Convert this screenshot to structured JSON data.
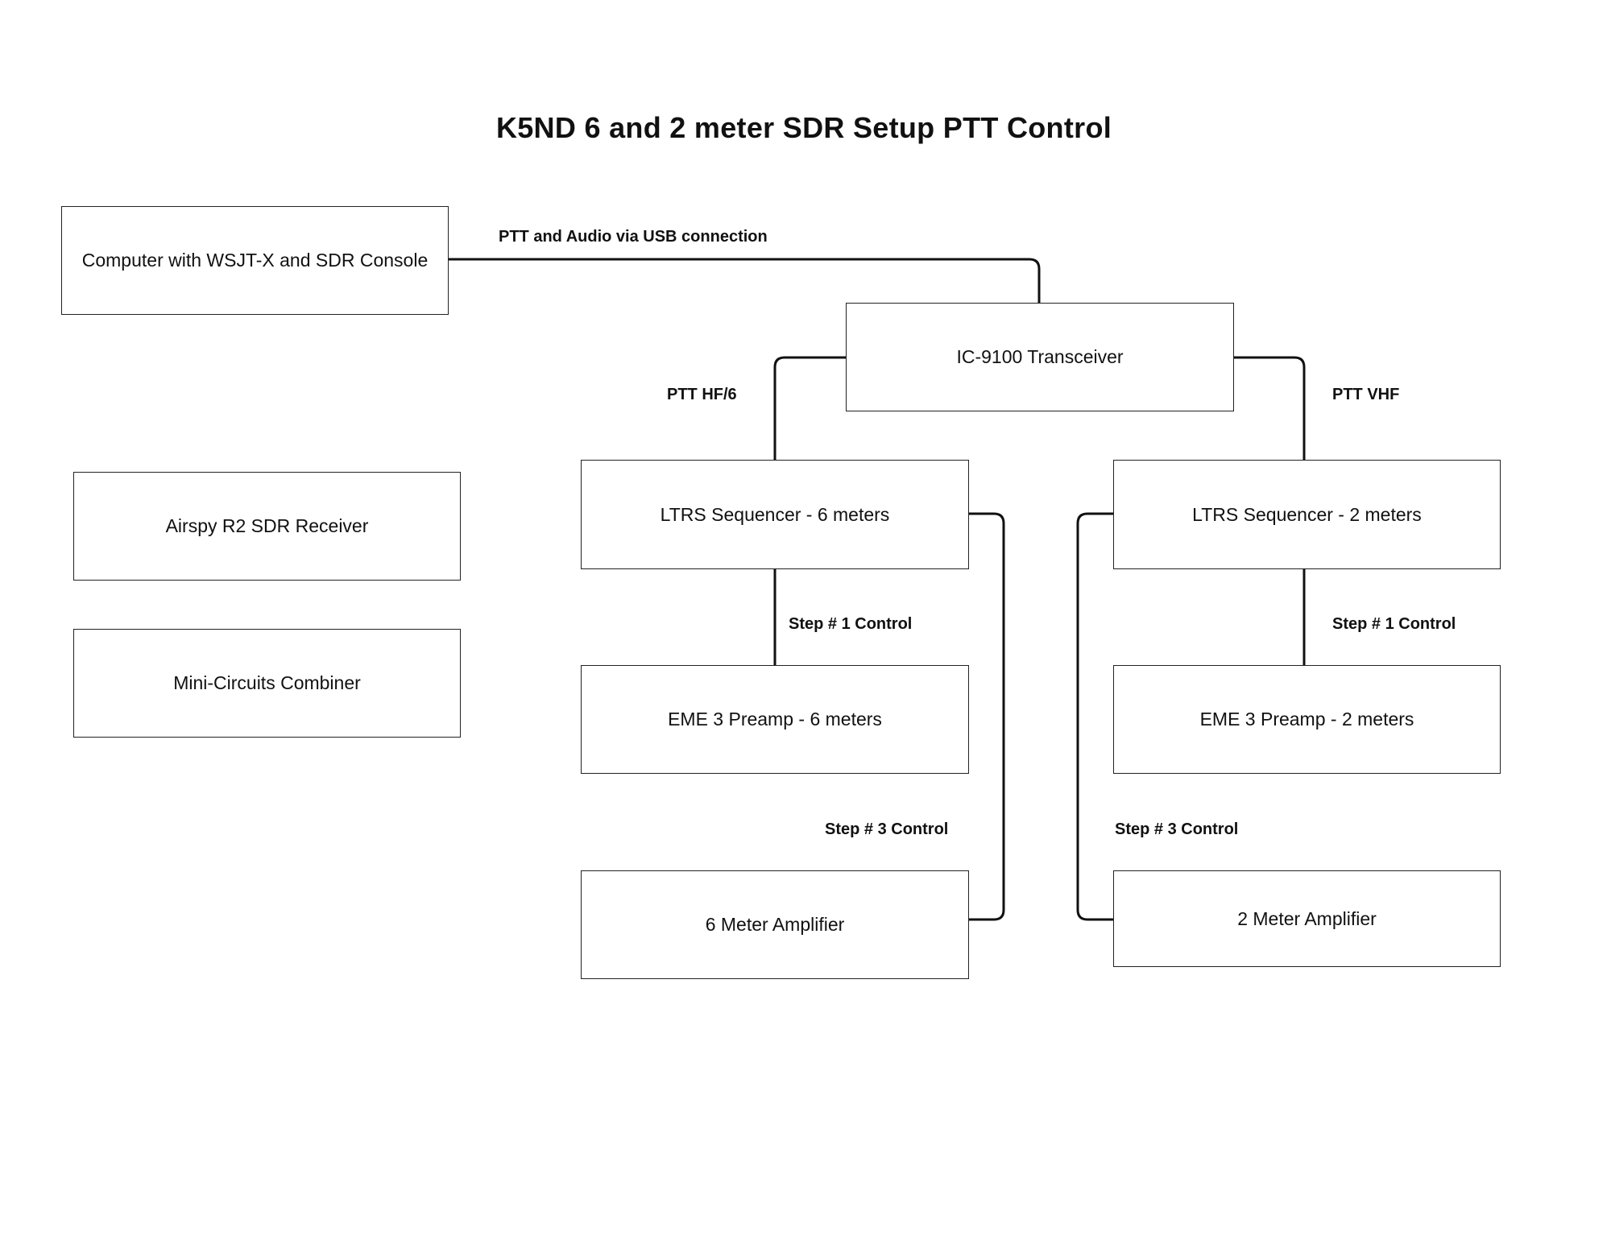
{
  "title": "K5ND 6 and 2 meter SDR Setup PTT Control",
  "nodes": {
    "computer": "Computer with WSJT-X and SDR Console",
    "transceiver": "IC-9100 Transceiver",
    "airspy": "Airspy R2 SDR Receiver",
    "combiner": "Mini-Circuits Combiner",
    "seq6": "LTRS Sequencer - 6 meters",
    "seq2": "LTRS Sequencer - 2 meters",
    "preamp6": "EME 3 Preamp - 6 meters",
    "preamp2": "EME 3 Preamp - 2 meters",
    "amp6": "6 Meter Amplifier",
    "amp2": "2 Meter Amplifier"
  },
  "edge_labels": {
    "usb": "PTT and Audio via USB connection",
    "ptt_hf6": "PTT HF/6",
    "ptt_vhf": "PTT VHF",
    "step1_6": "Step # 1 Control",
    "step1_2": "Step # 1 Control",
    "step3_6": "Step # 3 Control",
    "step3_2": "Step # 3 Control"
  },
  "edges": [
    {
      "from": "computer",
      "to": "transceiver",
      "label": "usb"
    },
    {
      "from": "transceiver",
      "to": "seq6",
      "label": "ptt_hf6"
    },
    {
      "from": "transceiver",
      "to": "seq2",
      "label": "ptt_vhf"
    },
    {
      "from": "seq6",
      "to": "preamp6",
      "label": "step1_6"
    },
    {
      "from": "seq2",
      "to": "preamp2",
      "label": "step1_2"
    },
    {
      "from": "seq6",
      "to": "amp6",
      "label": "step3_6"
    },
    {
      "from": "seq2",
      "to": "amp2",
      "label": "step3_2"
    }
  ]
}
